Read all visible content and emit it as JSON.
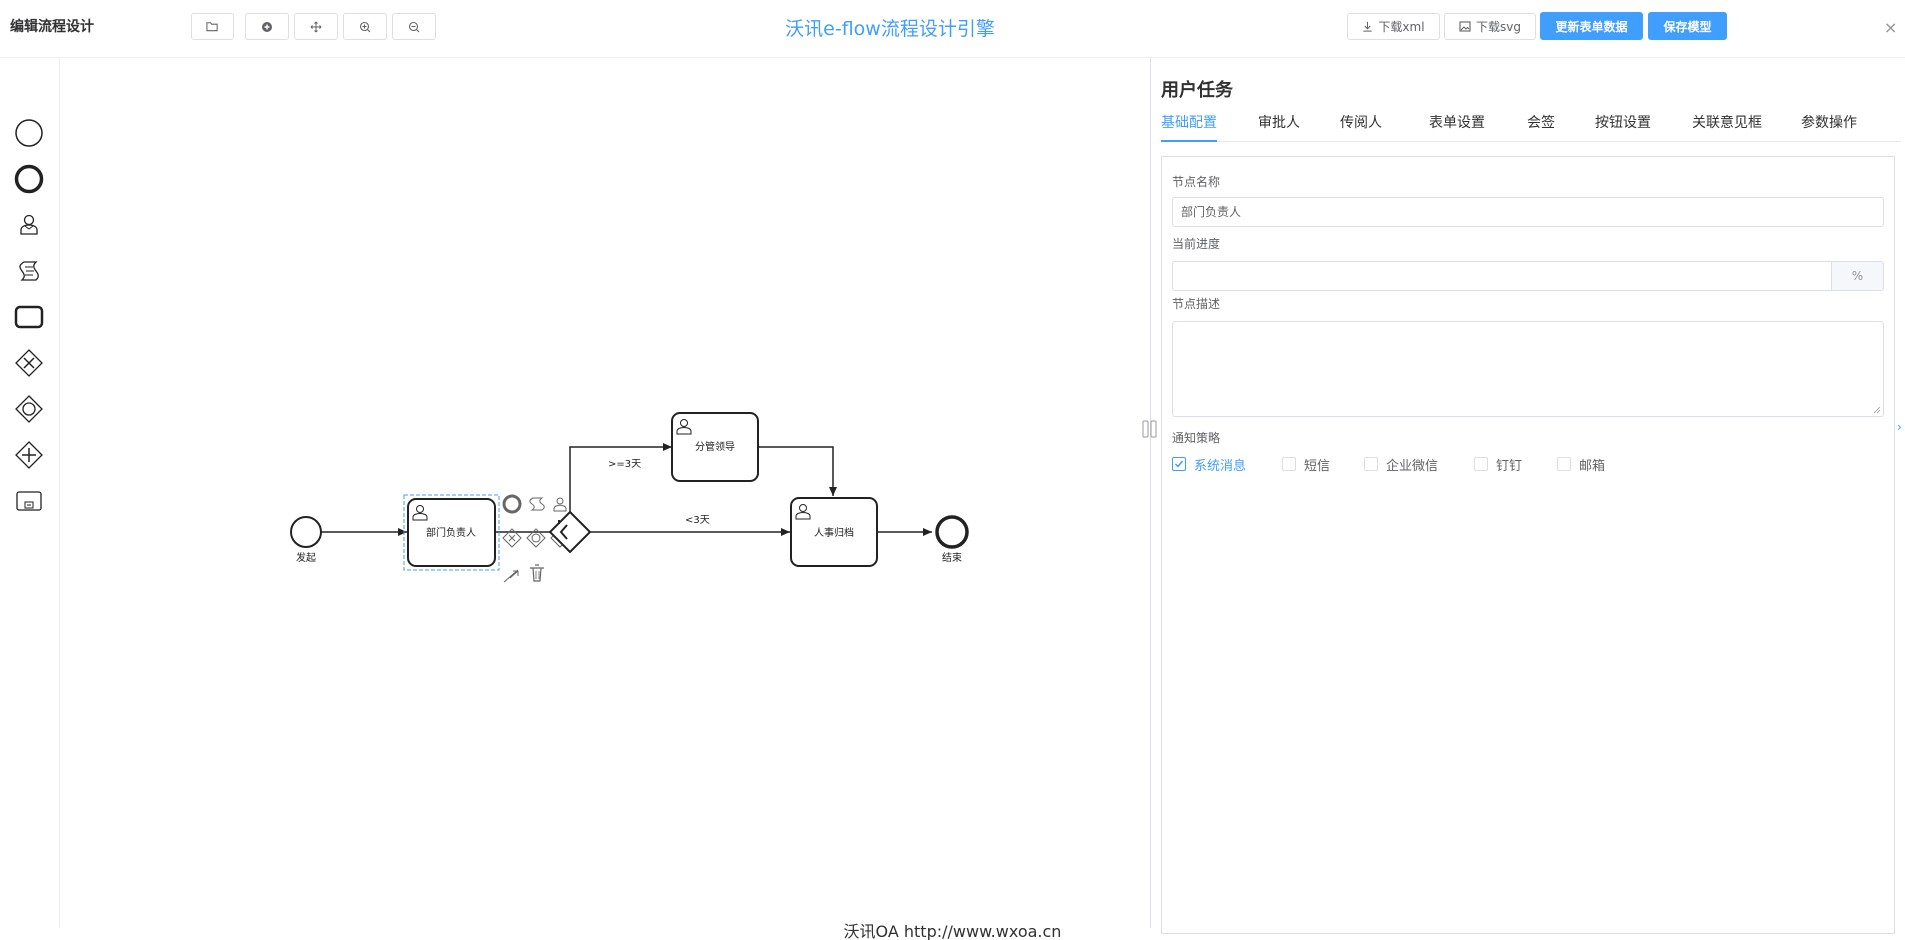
{
  "header": {
    "page_title": "编辑流程设计",
    "app_title": "沃讯e-flow流程设计引擎",
    "download_xml": "下载xml",
    "download_svg": "下载svg",
    "update_form": "更新表单数据",
    "save_model": "保存模型",
    "close": "×",
    "toolbar_icons": [
      "folder-open-icon",
      "add-circle-icon",
      "move-icon",
      "zoom-in-icon",
      "zoom-out-icon"
    ]
  },
  "palette": {
    "tools": [
      "start-event-icon",
      "end-event-icon",
      "user-task-icon",
      "script-task-icon",
      "subprocess-icon",
      "exclusive-gateway-icon",
      "inclusive-gateway-icon",
      "parallel-gateway-icon",
      "sub-process-collapsed-icon"
    ]
  },
  "diagram": {
    "start_label": "发起",
    "end_label": "结束",
    "task_dept": "部门负责人",
    "task_leader": "分管领导",
    "task_hr": "人事归档",
    "flow_ge3": ">=3天",
    "flow_lt3": "<3天"
  },
  "panel": {
    "title": "用户任务",
    "tabs": [
      "基础配置",
      "审批人",
      "传阅人",
      "表单设置",
      "会签",
      "按钮设置",
      "关联意见框",
      "参数操作"
    ],
    "active_tab": "基础配置",
    "node_name_label": "节点名称",
    "node_name_value": "部门负责人",
    "progress_label": "当前进度",
    "progress_value": "",
    "progress_suffix": "%",
    "desc_label": "节点描述",
    "desc_value": "",
    "notify_label": "通知策略",
    "notify_options": [
      {
        "label": "系统消息",
        "checked": true
      },
      {
        "label": "短信",
        "checked": false
      },
      {
        "label": "企业微信",
        "checked": false
      },
      {
        "label": "钉钉",
        "checked": false
      },
      {
        "label": "邮箱",
        "checked": false
      }
    ]
  },
  "footer": "沃讯OA  http://www.wxoa.cn",
  "colors": {
    "accent": "#409eff"
  }
}
